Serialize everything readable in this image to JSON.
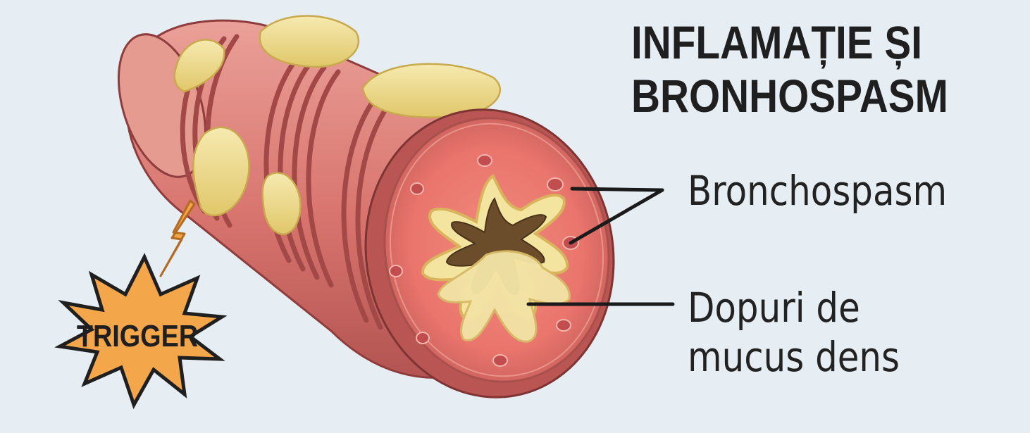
{
  "title": {
    "line1": "INFLAMAȚIE ȘI",
    "line2": "BRONHOSPASM"
  },
  "labels": {
    "bronchospasm": "Bronchospasm",
    "mucus_line1": "Dopuri de",
    "mucus_line2": "mucus dens"
  },
  "trigger": {
    "text": "TRIGGER"
  },
  "colors": {
    "background": "#e6eef4",
    "airway_wall": "#d9736e",
    "muscle_band": "#b95a58",
    "inflammation": "#f0de8a",
    "lumen": "#6b4d2c",
    "trigger_burst": "#f4a64b"
  }
}
